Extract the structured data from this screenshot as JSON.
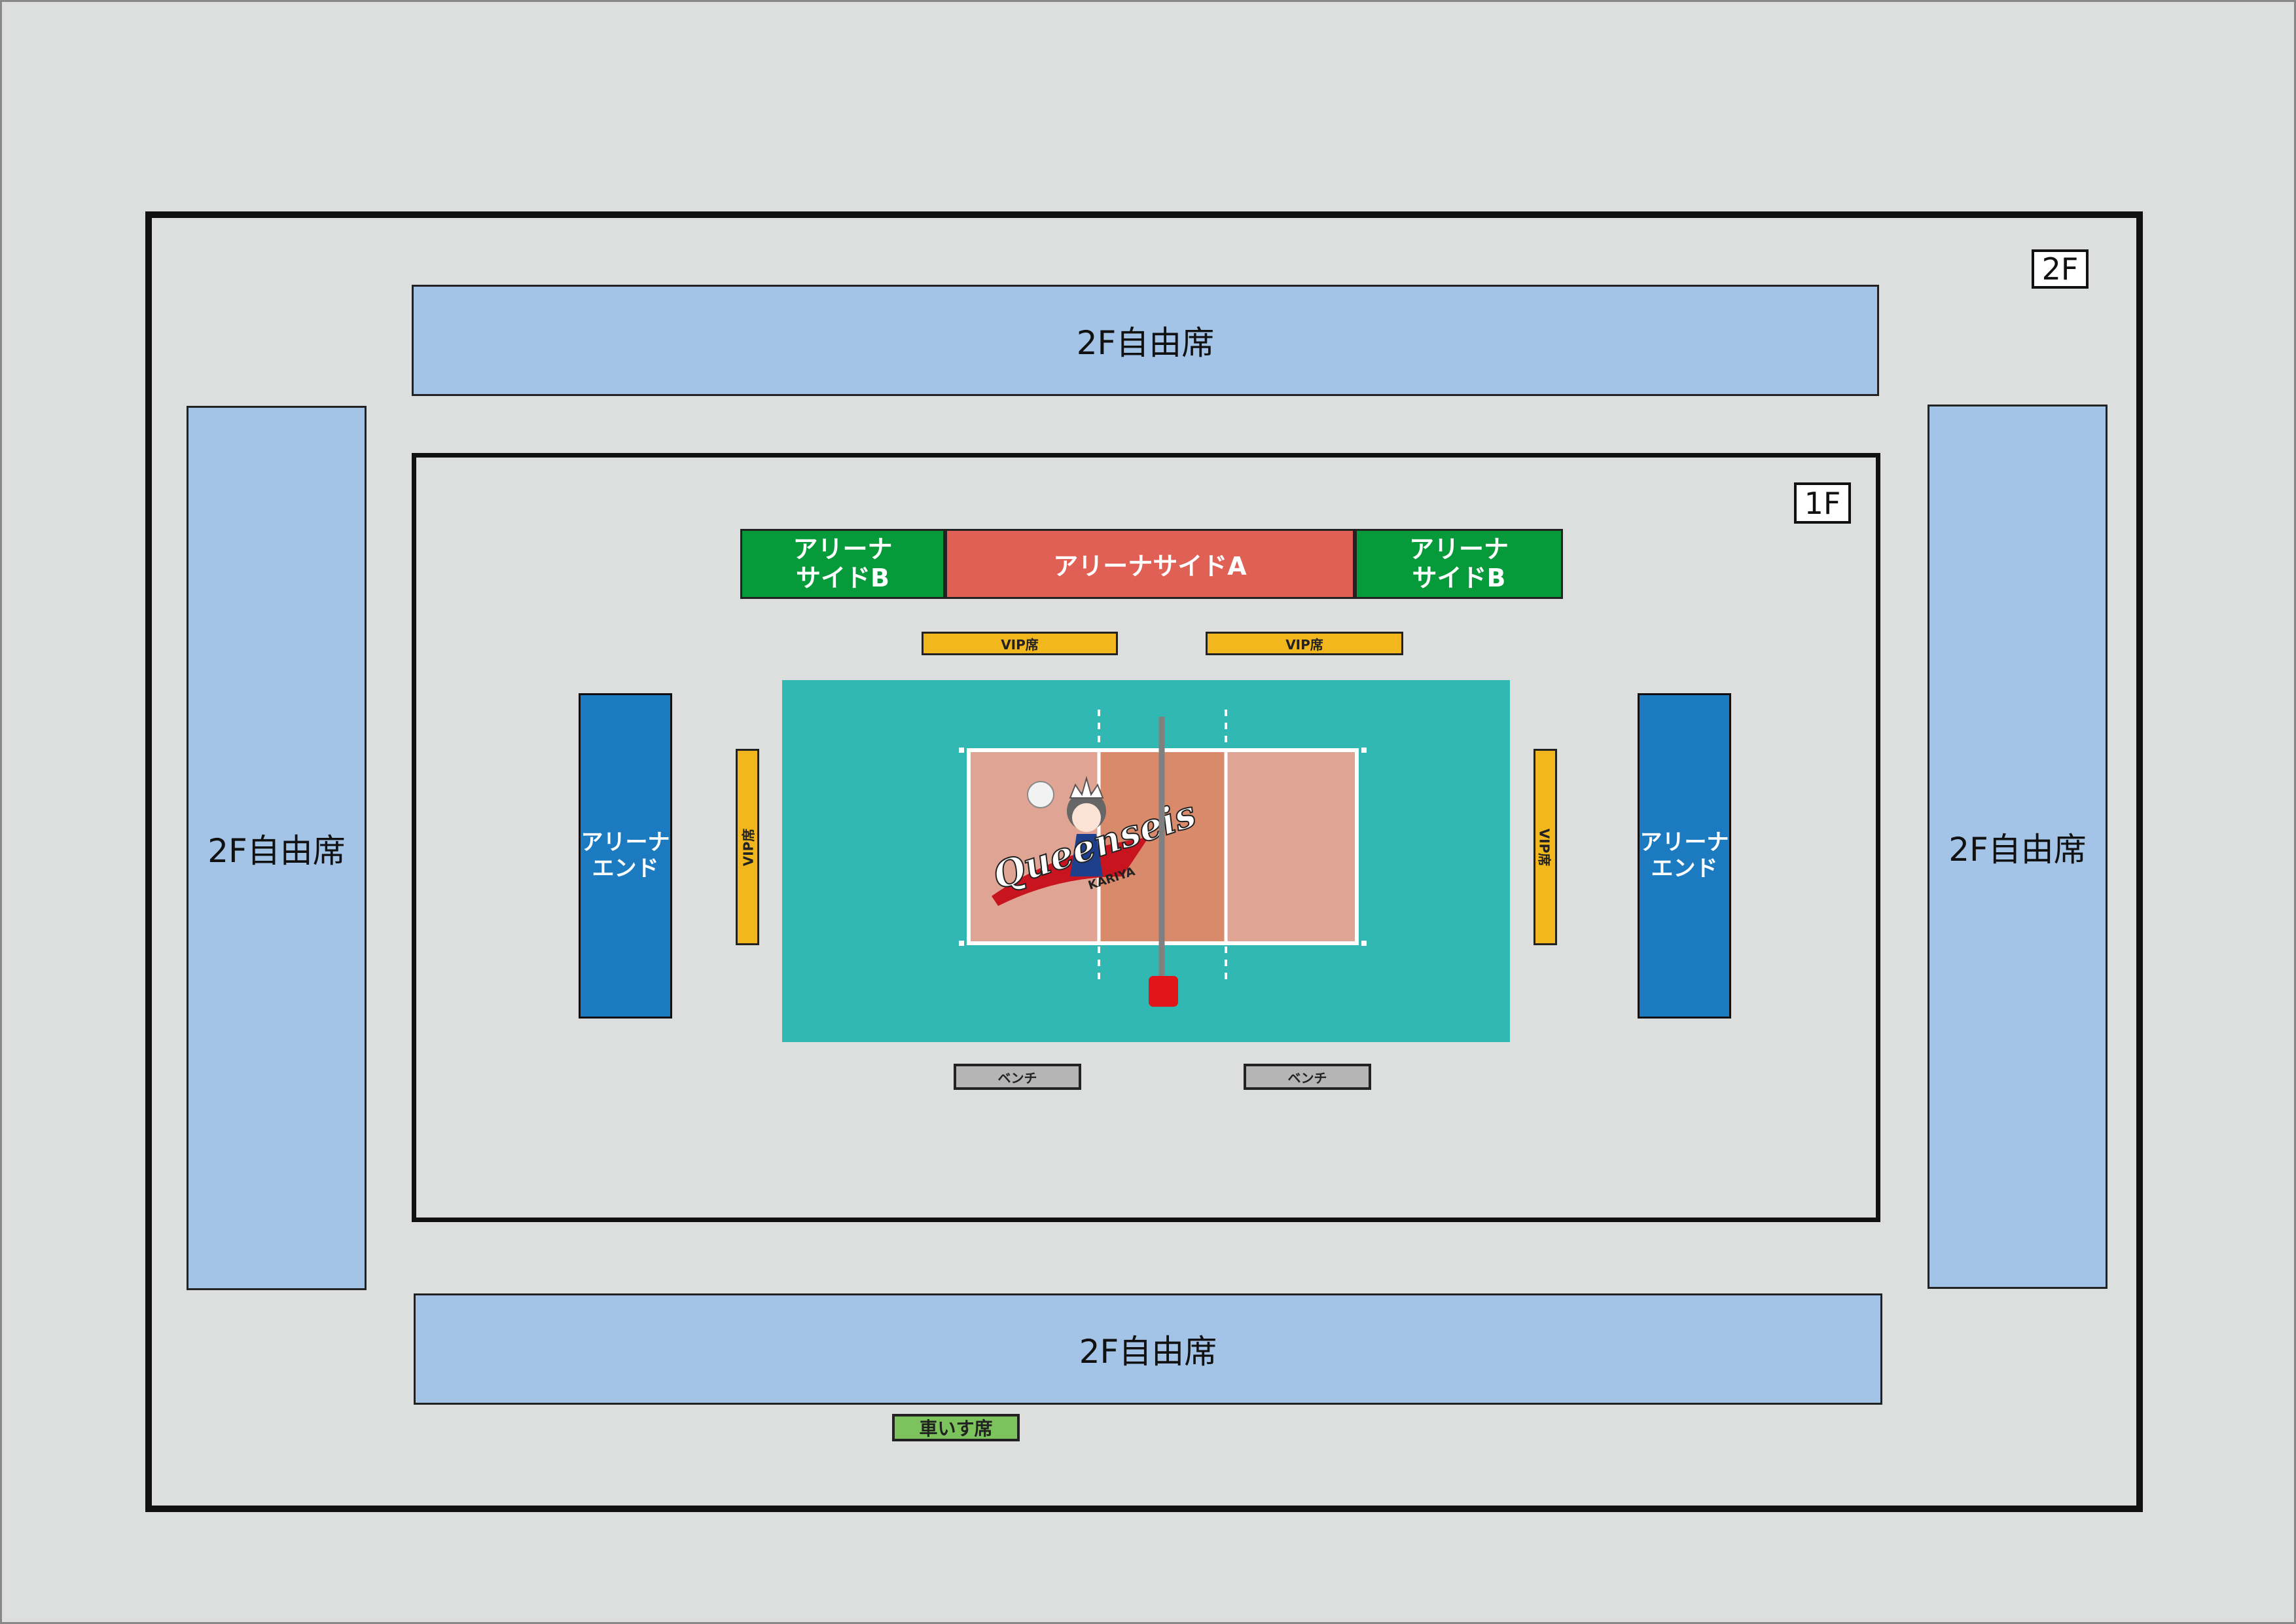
{
  "floors": {
    "f2": "2F",
    "f1": "1F"
  },
  "sections": {
    "free_top": "2F自由席",
    "free_left": "2F自由席",
    "free_right": "2F自由席",
    "free_bottom": "2F自由席",
    "arena_side_b_line1": "アリーナ",
    "arena_side_b_line2": "サイドB",
    "arena_side_a": "アリーナサイドA",
    "arena_end_line1": "アリーナ",
    "arena_end_line2": "エンド",
    "vip": "VIP席",
    "bench": "ベンチ",
    "wheelchair": "車いす席"
  },
  "logo": {
    "text": "Queenseis",
    "sub": "KARIYA"
  },
  "colors": {
    "bg": "#dddfde",
    "free": "#a3c4e6",
    "side_b": "#079a3b",
    "side_a": "#e06055",
    "end": "#1c7bc0",
    "vip": "#f3b71e",
    "floor": "#31b8b2",
    "court": "#e0a494",
    "court_mid": "#d98a6b",
    "bench": "#b4b5b4",
    "wheelchair": "#7cc35d",
    "post": "#e31519"
  }
}
